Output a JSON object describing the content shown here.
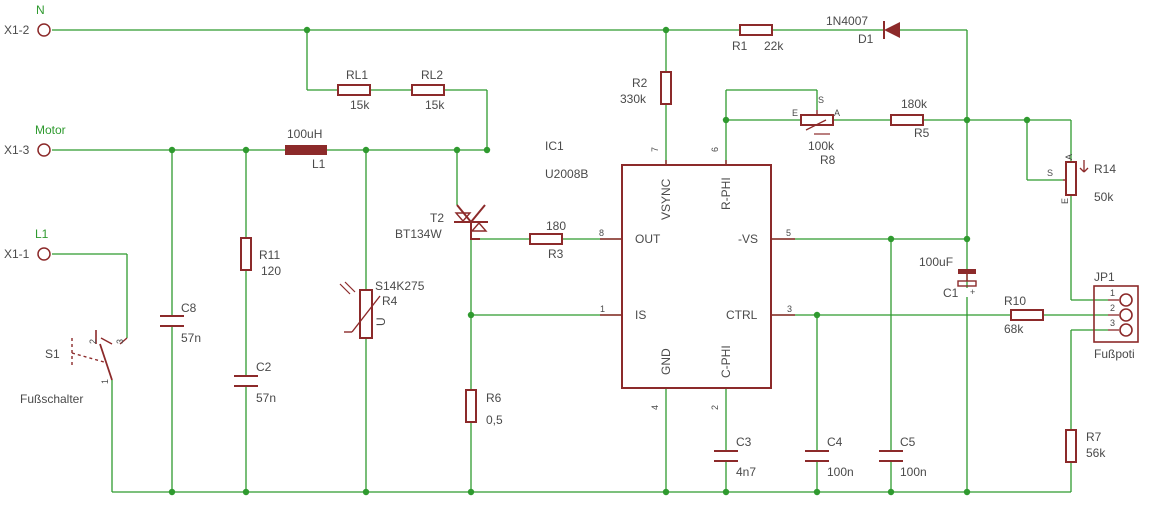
{
  "nets": {
    "n": "N",
    "motor": "Motor",
    "l1": "L1"
  },
  "connectors": {
    "x1_2": "X1-2",
    "x1_3": "X1-3",
    "x1_1": "X1-1",
    "jp1": {
      "name": "JP1",
      "value": "Fußpoti",
      "pins": [
        "1",
        "2",
        "3"
      ]
    }
  },
  "parts": {
    "r1": {
      "name": "R1",
      "value": "22k"
    },
    "d1": {
      "name": "D1",
      "value": "1N4007"
    },
    "rl1": {
      "name": "RL1",
      "value": "15k"
    },
    "rl2": {
      "name": "RL2",
      "value": "15k"
    },
    "r2": {
      "name": "R2",
      "value": "330k"
    },
    "l1": {
      "name": "L1",
      "value": "100uH"
    },
    "ic1": {
      "name": "IC1",
      "value": "U2008B"
    },
    "r8": {
      "name": "R8",
      "value": "100k",
      "pin_e": "E",
      "pin_s": "S",
      "pin_a": "A"
    },
    "r5": {
      "name": "R5",
      "value": "180k"
    },
    "r14": {
      "name": "R14",
      "value": "50k",
      "pin_e": "E",
      "pin_s": "S",
      "pin_a": "A"
    },
    "c8": {
      "name": "C8",
      "value": "57n"
    },
    "r11": {
      "name": "R11",
      "value": "120"
    },
    "c2": {
      "name": "C2",
      "value": "57n"
    },
    "r4": {
      "name": "R4",
      "value": "S14K275",
      "pin_u": "U"
    },
    "t2": {
      "name": "T2",
      "value": "BT134W"
    },
    "r3": {
      "name": "R3",
      "value": "180"
    },
    "r6": {
      "name": "R6",
      "value": "0,5"
    },
    "c1": {
      "name": "C1",
      "value": "100uF",
      "plus": "+"
    },
    "r10": {
      "name": "R10",
      "value": "68k"
    },
    "s1": {
      "name": "S1",
      "value": "Fußschalter",
      "pins": [
        "1",
        "2",
        "3"
      ]
    },
    "c3": {
      "name": "C3",
      "value": "4n7"
    },
    "c4": {
      "name": "C4",
      "value": "100n"
    },
    "c5": {
      "name": "C5",
      "value": "100n"
    },
    "r7": {
      "name": "R7",
      "value": "56k"
    }
  },
  "ic_pins": {
    "vsync": "VSYNC",
    "rphi": "R-PHI",
    "out": "OUT",
    "vs": "-VS",
    "is": "IS",
    "ctrl": "CTRL",
    "gnd": "GND",
    "cphi": "C-PHI",
    "n7": "7",
    "n6": "6",
    "n8": "8",
    "n5": "5",
    "n1": "1",
    "n3": "3",
    "n4": "4",
    "n2": "2"
  }
}
